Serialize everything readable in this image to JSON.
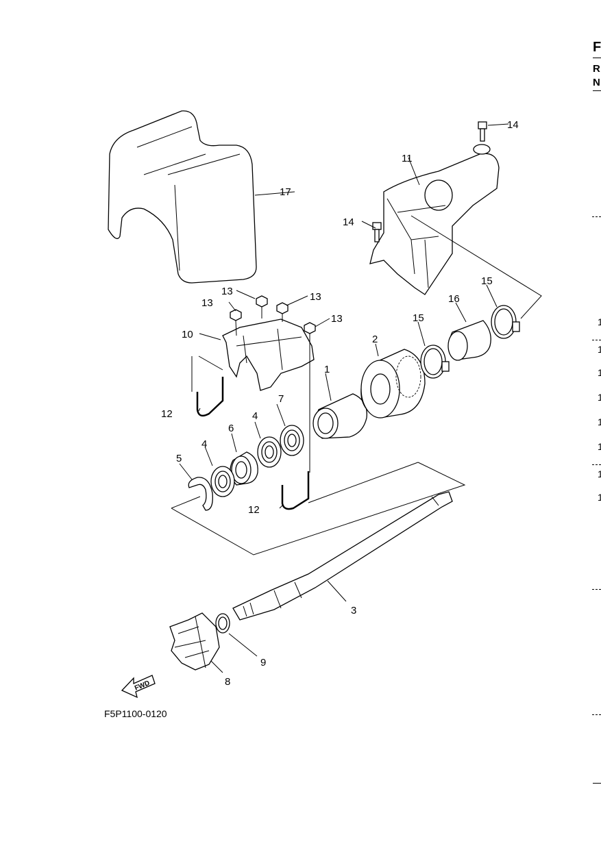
{
  "diagram_code": "F5P1100-0120",
  "fwd_label": "FWD",
  "callouts": {
    "c1": "1",
    "c2": "2",
    "c3": "3",
    "c4a": "4",
    "c4b": "4",
    "c5": "5",
    "c6": "6",
    "c7": "7",
    "c8": "8",
    "c9": "9",
    "c10": "10",
    "c11": "11",
    "c12a": "12",
    "c12b": "12",
    "c13a": "13",
    "c13b": "13",
    "c13c": "13",
    "c13d": "13",
    "c14a": "14",
    "c14b": "14",
    "c15a": "15",
    "c15b": "15",
    "c16": "16",
    "c17": "17"
  },
  "right_edge": {
    "letters": [
      "F",
      "R",
      "N"
    ],
    "numbers": [
      "1",
      "1",
      "1",
      "1",
      "1",
      "1",
      "1",
      "1"
    ]
  }
}
